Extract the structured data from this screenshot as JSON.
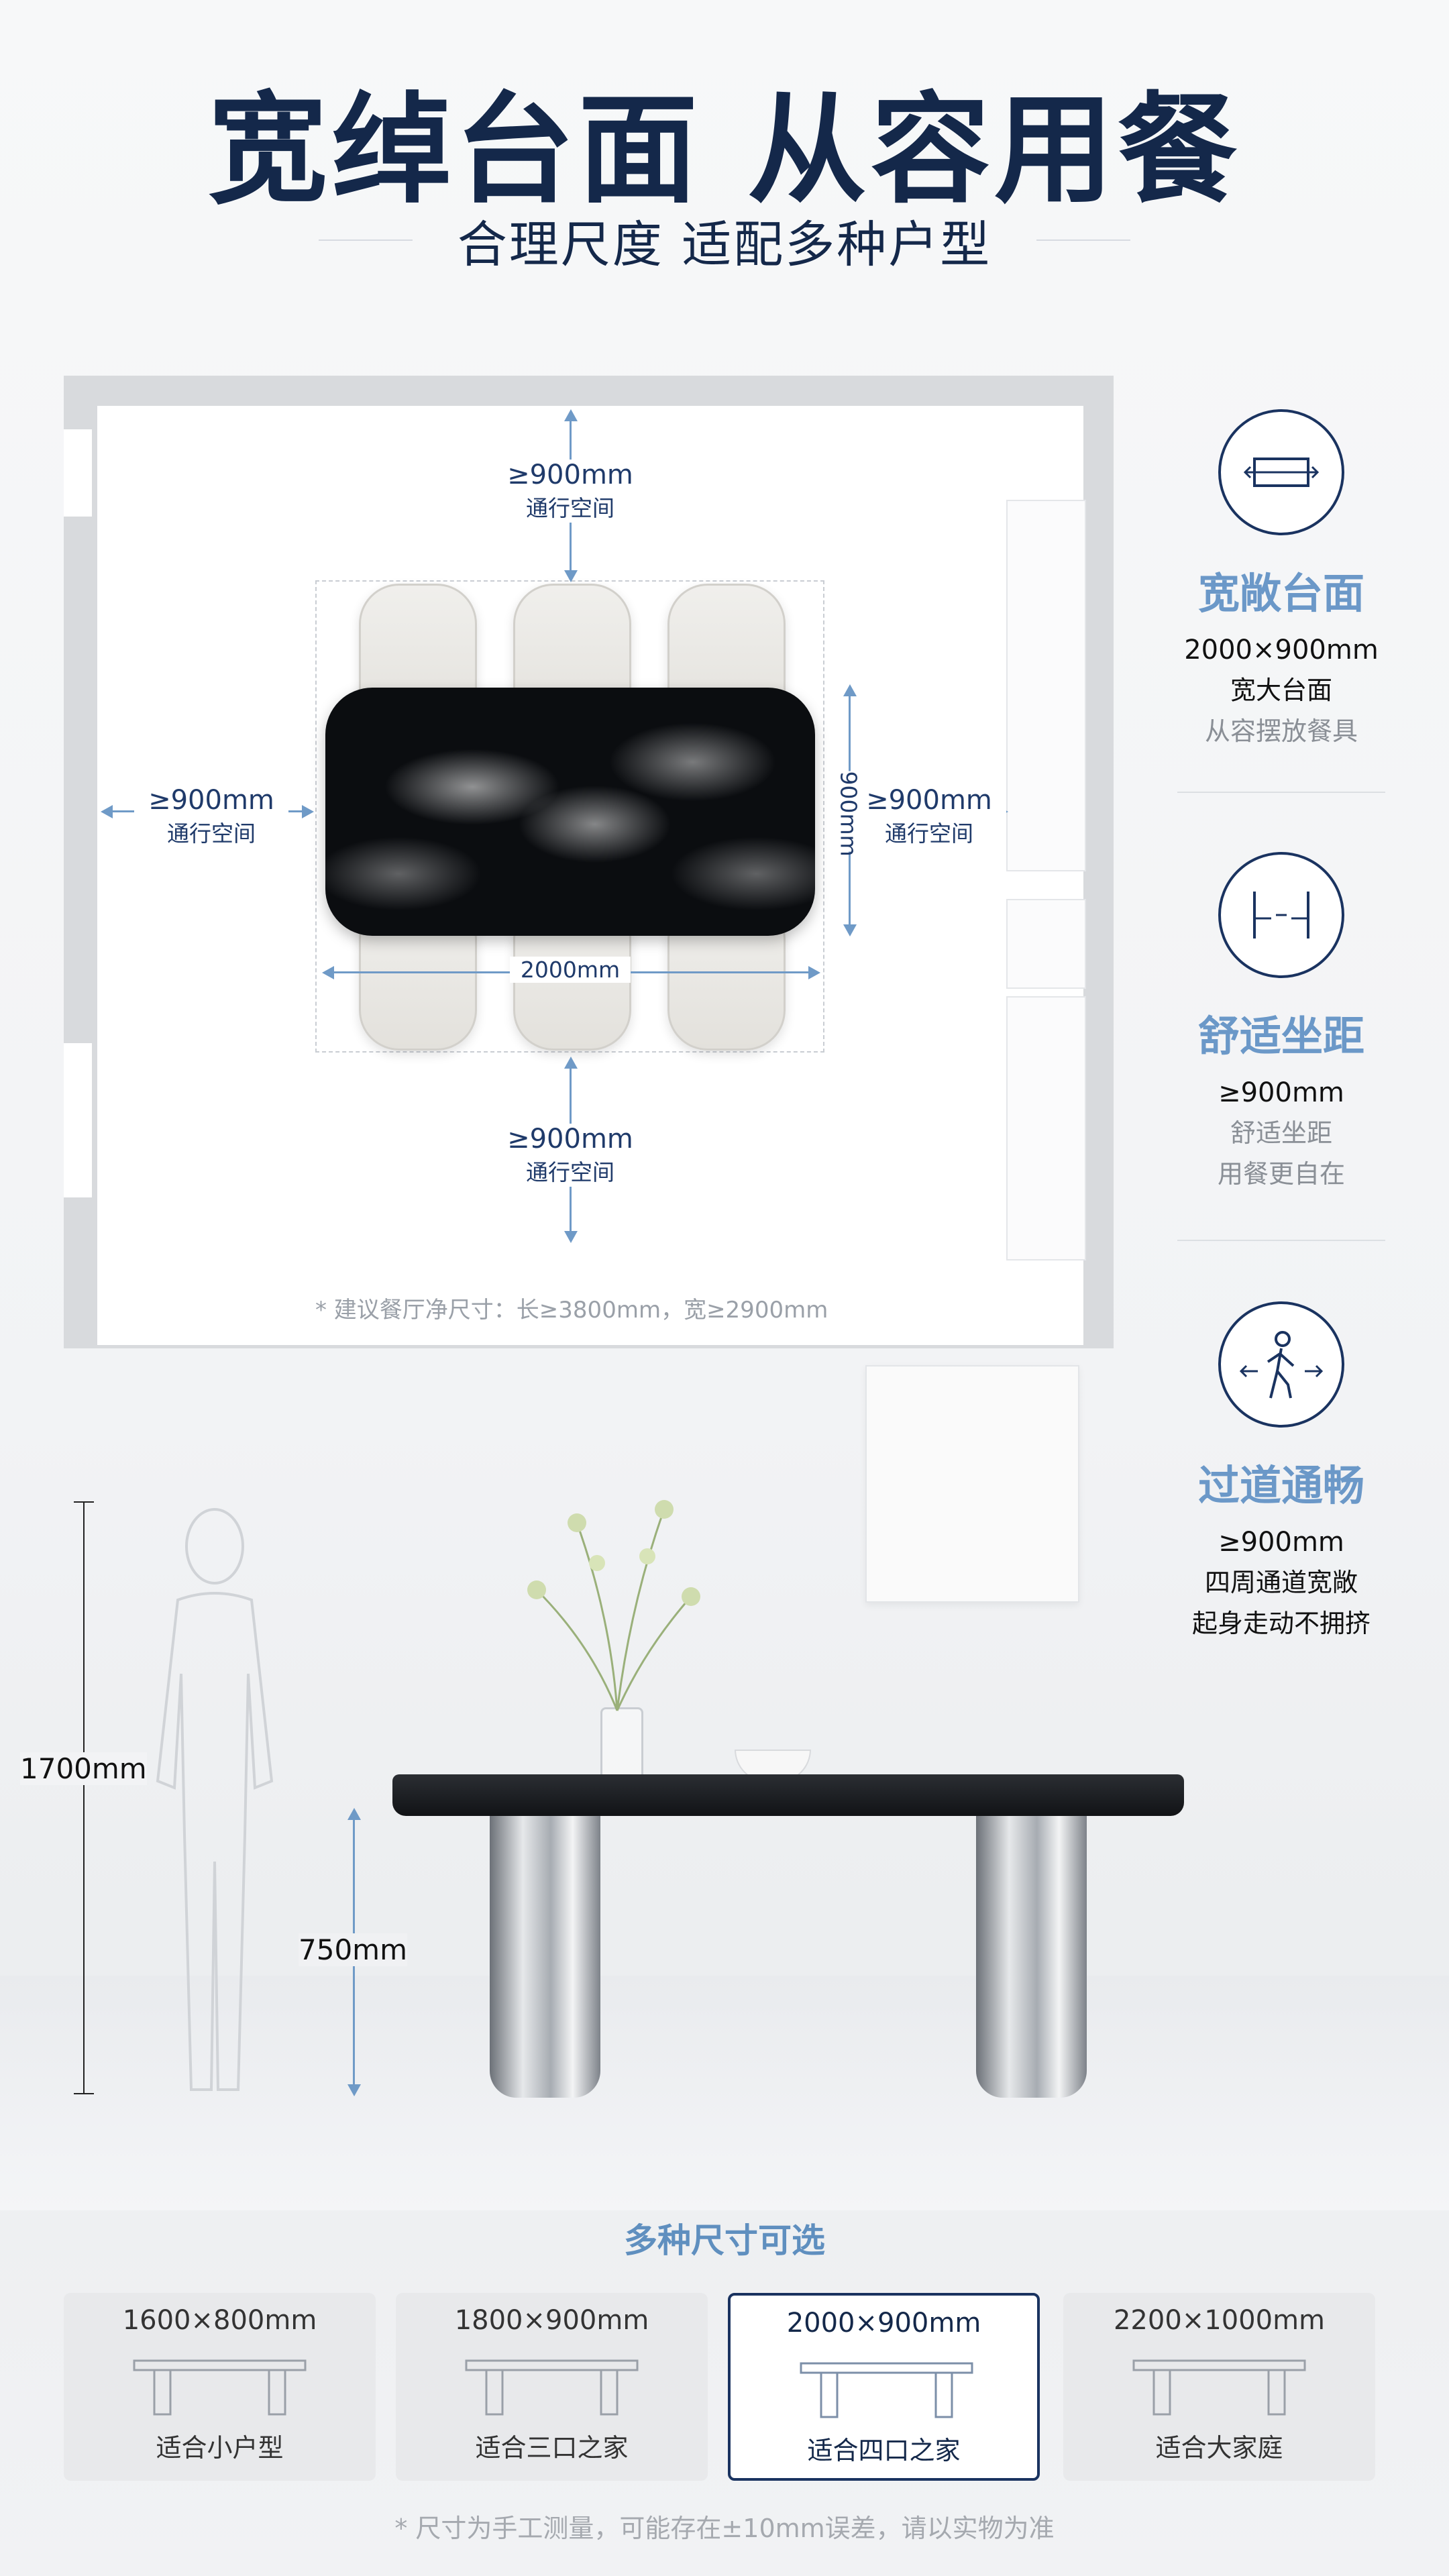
{
  "header": {
    "title": "宽绰台面 从容用餐",
    "subtitle": "合理尺度 适配多种户型"
  },
  "floorplan": {
    "clearance_value": "≥900mm",
    "clearance_label": "通行空间",
    "length_label": "2000mm",
    "width_label": "900mm",
    "note": "* 建议餐厅净尺寸：长≥3800mm，宽≥2900mm"
  },
  "features": [
    {
      "title": "宽敞台面",
      "line1": "2000×900mm",
      "line2": "宽大台面",
      "line3": "从容摆放餐具",
      "icon": "table-width-icon"
    },
    {
      "title": "舒适坐距",
      "line1": "≥900mm",
      "line2": "舒适坐距",
      "line3": "用餐更自在",
      "icon": "seat-distance-icon"
    },
    {
      "title": "过道通畅",
      "line1": "≥900mm",
      "line2": "四周通道宽敞",
      "line3": "起身走动不拥挤",
      "icon": "walking-person-icon"
    }
  ],
  "heights": {
    "person": "1700mm",
    "table": "750mm"
  },
  "sizes": {
    "title": "多种尺寸可选",
    "options": [
      {
        "dim": "1600×800mm",
        "label": "适合小户型",
        "selected": false
      },
      {
        "dim": "1800×900mm",
        "label": "适合三口之家",
        "selected": false
      },
      {
        "dim": "2000×900mm",
        "label": "适合四口之家",
        "selected": true
      },
      {
        "dim": "2200×1000mm",
        "label": "适合大家庭",
        "selected": false
      }
    ],
    "footnote": "* 尺寸为手工测量，可能存在±10mm误差，请以实物为准"
  },
  "colors": {
    "navy": "#14284a",
    "accent_blue": "#6b98c8",
    "arrow_blue": "#6f9ac7"
  }
}
